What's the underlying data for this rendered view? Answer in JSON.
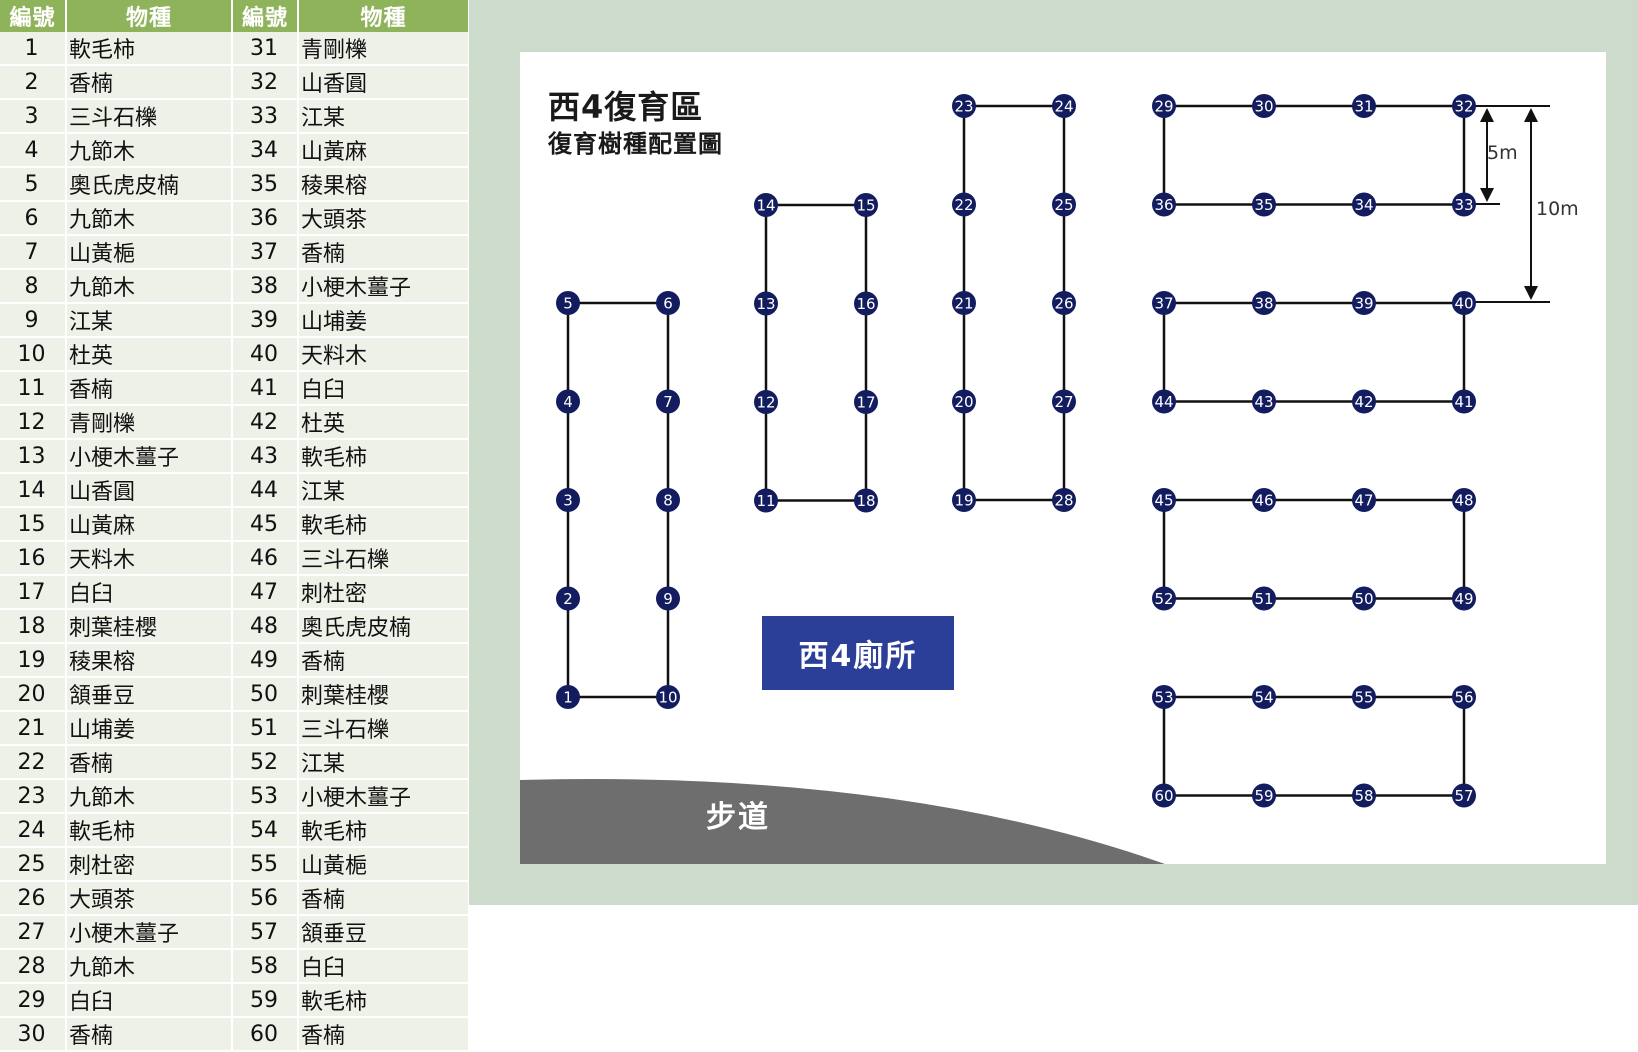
{
  "table": {
    "headers": [
      "編號",
      "物種",
      "編號",
      "物種"
    ],
    "rows": [
      [
        "1",
        "軟毛柿",
        "31",
        "青剛櫟"
      ],
      [
        "2",
        "香楠",
        "32",
        "山香圓"
      ],
      [
        "3",
        "三斗石櫟",
        "33",
        "江某"
      ],
      [
        "4",
        "九節木",
        "34",
        "山黃麻"
      ],
      [
        "5",
        "奧氏虎皮楠",
        "35",
        "稜果榕"
      ],
      [
        "6",
        "九節木",
        "36",
        "大頭茶"
      ],
      [
        "7",
        "山黃梔",
        "37",
        "香楠"
      ],
      [
        "8",
        "九節木",
        "38",
        "小梗木薑子"
      ],
      [
        "9",
        "江某",
        "39",
        "山埔姜"
      ],
      [
        "10",
        "杜英",
        "40",
        "天料木"
      ],
      [
        "11",
        "香楠",
        "41",
        "白臼"
      ],
      [
        "12",
        "青剛櫟",
        "42",
        "杜英"
      ],
      [
        "13",
        "小梗木薑子",
        "43",
        "軟毛柿"
      ],
      [
        "14",
        "山香圓",
        "44",
        "江某"
      ],
      [
        "15",
        "山黃麻",
        "45",
        "軟毛柿"
      ],
      [
        "16",
        "天料木",
        "46",
        "三斗石櫟"
      ],
      [
        "17",
        "白臼",
        "47",
        "刺杜密"
      ],
      [
        "18",
        "刺葉桂櫻",
        "48",
        "奧氏虎皮楠"
      ],
      [
        "19",
        "稜果榕",
        "49",
        "香楠"
      ],
      [
        "20",
        "頷垂豆",
        "50",
        "刺葉桂櫻"
      ],
      [
        "21",
        "山埔姜",
        "51",
        "三斗石櫟"
      ],
      [
        "22",
        "香楠",
        "52",
        "江某"
      ],
      [
        "23",
        "九節木",
        "53",
        "小梗木薑子"
      ],
      [
        "24",
        "軟毛柿",
        "54",
        "軟毛柿"
      ],
      [
        "25",
        "刺杜密",
        "55",
        "山黃梔"
      ],
      [
        "26",
        "大頭茶",
        "56",
        "香楠"
      ],
      [
        "27",
        "小梗木薑子",
        "57",
        "頷垂豆"
      ],
      [
        "28",
        "九節木",
        "58",
        "白臼"
      ],
      [
        "29",
        "白臼",
        "59",
        "軟毛柿"
      ],
      [
        "30",
        "香楠",
        "60",
        "香楠"
      ]
    ]
  },
  "map": {
    "title": "西4復育區",
    "subtitle": "復育樹種配置圖",
    "toilet": "西4廁所",
    "trail": "步道",
    "dim_small": "5m",
    "dim_large": "10m",
    "node_color": "#121c5e",
    "toilet_color": "#2b3f98",
    "trail_color": "#6e6e6e",
    "frame_color": "#cddbcd",
    "header_color": "#8fb35a",
    "plots": [
      [
        "1",
        "2",
        "3",
        "4",
        "5",
        "6",
        "7",
        "8",
        "9",
        "10"
      ],
      [
        "11",
        "12",
        "13",
        "14",
        "15",
        "16",
        "17",
        "18"
      ],
      [
        "19",
        "20",
        "21",
        "22",
        "23",
        "24",
        "25",
        "26",
        "27",
        "28"
      ],
      [
        "29",
        "30",
        "31",
        "32",
        "33",
        "34",
        "35",
        "36"
      ],
      [
        "37",
        "38",
        "39",
        "40",
        "41",
        "42",
        "43",
        "44"
      ],
      [
        "45",
        "46",
        "47",
        "48",
        "49",
        "50",
        "51",
        "52"
      ],
      [
        "53",
        "54",
        "55",
        "56",
        "57",
        "58",
        "59",
        "60"
      ]
    ]
  }
}
